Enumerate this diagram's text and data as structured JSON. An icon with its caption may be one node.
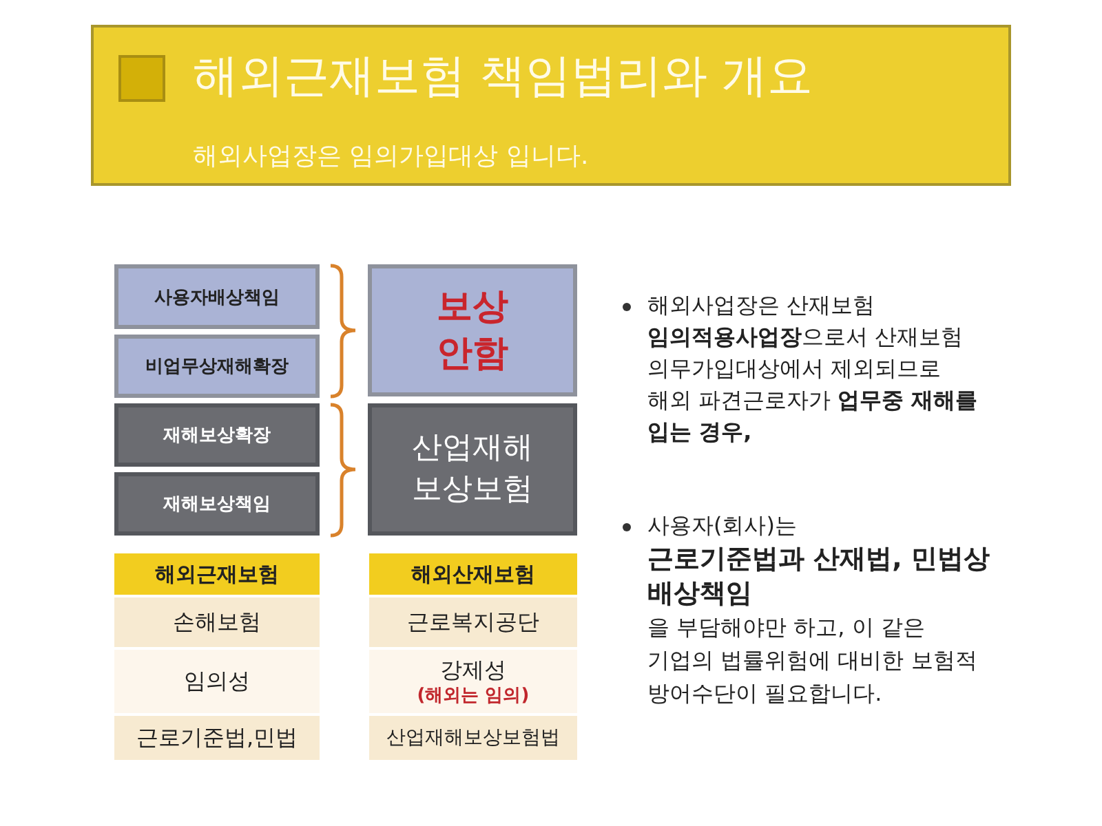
{
  "diagram": {
    "title": "해외근재보험 책임법리와 개요",
    "nodes": [
      {
        "text": [
          "사용자배상책임"
        ]
      },
      {
        "text": [
          "비업무상재해확장"
        ]
      },
      {
        "text": [
          "재해보상확장"
        ]
      },
      {
        "text": [
          "재해보상책임"
        ]
      },
      {
        "text": [
          "보상 안함"
        ]
      },
      {
        "text": [
          "산업재해 보상보험"
        ]
      },
      {
        "text": [
          "해외근재보험"
        ]
      },
      {
        "text": [
          "손해보험"
        ]
      },
      {
        "text": [
          "임의성"
        ]
      },
      {
        "text": [
          "근로기준법,민법"
        ]
      },
      {
        "text": [
          "해외산재보험"
        ]
      },
      {
        "text": [
          "근로복지공단"
        ]
      },
      {
        "text": [
          "강제성",
          "(해외는 임의)"
        ]
      },
      {
        "text": [
          "산업재해보상보험법"
        ]
      }
    ],
    "labels": [
      "해외사업장은 임의가입대상 입니다.",
      "해외사업장은 산재보험 **임의적용사업장**으로서 산재보험 의무가입대상에서 제외되므로 해외 파견근로자가 **업무중 재해를 입는 경우,**",
      "사용자(회사)는 **근로기준법과 산재법, 민법상 배상책임** 을 부담해야만 하고, 이 같은 기업의 법률위험에 대비한 보험적 방어수단이 필요합니다."
    ]
  }
}
